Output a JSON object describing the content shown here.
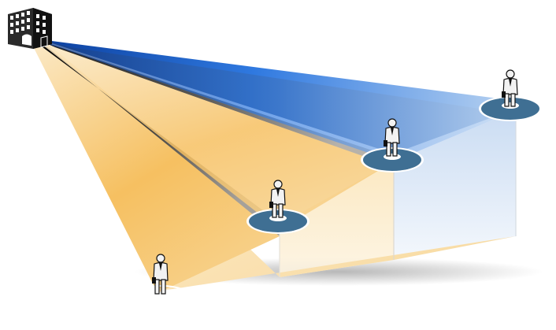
{
  "colors": {
    "background": "#ffffff",
    "blue_dark": "#1d5fd0",
    "blue_mid": "#3f8be6",
    "blue_light": "#c9dcf2",
    "gold": "#f5b53e",
    "gold_light": "#fbe6bb",
    "gray_dark": "#2a2a2a",
    "gray_mid": "#8a8580",
    "platform": "#3f6f93",
    "platform_rim": "#ffffff",
    "figure_dark": "#111111",
    "figure_light": "#f2f2f2",
    "building": "#1f1f1f"
  },
  "icons": {
    "building": "office-building-icon",
    "person": "businessman-icon",
    "platform": "platform-disc-icon"
  },
  "levels": [
    {
      "name": "level-1",
      "platform": "ground"
    },
    {
      "name": "level-2",
      "platform": "raised"
    },
    {
      "name": "level-3",
      "platform": "raised"
    },
    {
      "name": "level-4",
      "platform": "raised"
    }
  ]
}
